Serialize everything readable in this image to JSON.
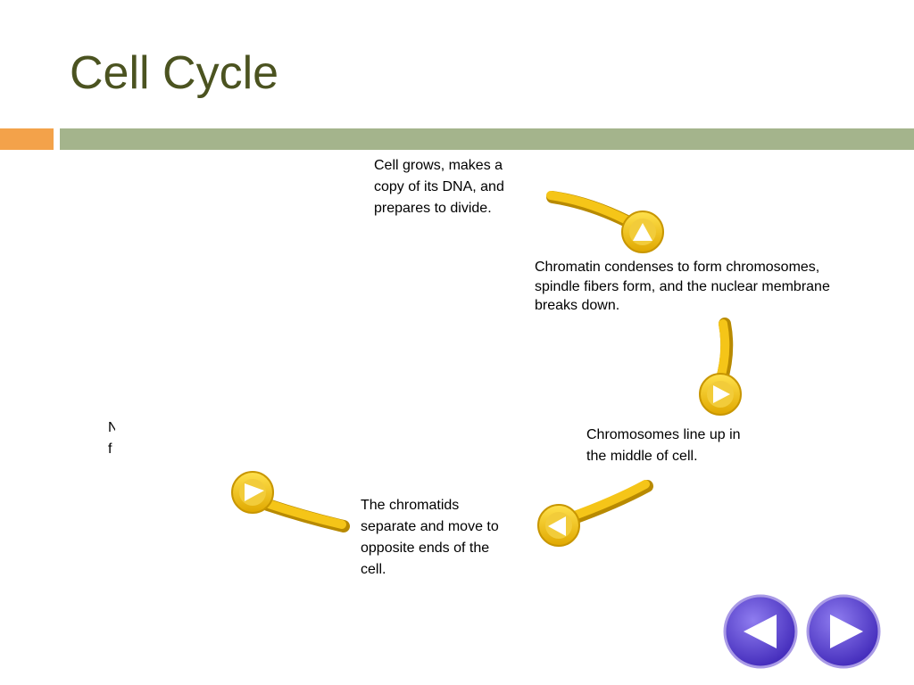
{
  "slide": {
    "title": "Cell Cycle",
    "steps": [
      {
        "lines": [
          "Cell grows, makes a",
          "copy of its DNA, and",
          "prepares to divide."
        ]
      },
      {
        "lines": [
          "Chromatin condenses to form chromosomes,",
          "spindle fibers form, and the nuclear membrane",
          "breaks down."
        ]
      },
      {
        "lines": [
          "Chromosomes line up in",
          "the middle of cell."
        ]
      },
      {
        "lines": [
          "The chromatids",
          "separate and move to",
          "opposite ends of the",
          "cell."
        ]
      }
    ],
    "partial_text": {
      "lines": [
        "N",
        "f"
      ]
    }
  },
  "colors": {
    "title": "#4b5320",
    "accent_orange": "#f3a24a",
    "accent_green": "#a4b48c",
    "arrow_yellow": "#f5c518",
    "nav_purple": "#5b3fd0"
  },
  "nav": {
    "back_icon": "play-left-icon",
    "forward_icon": "play-right-icon"
  }
}
